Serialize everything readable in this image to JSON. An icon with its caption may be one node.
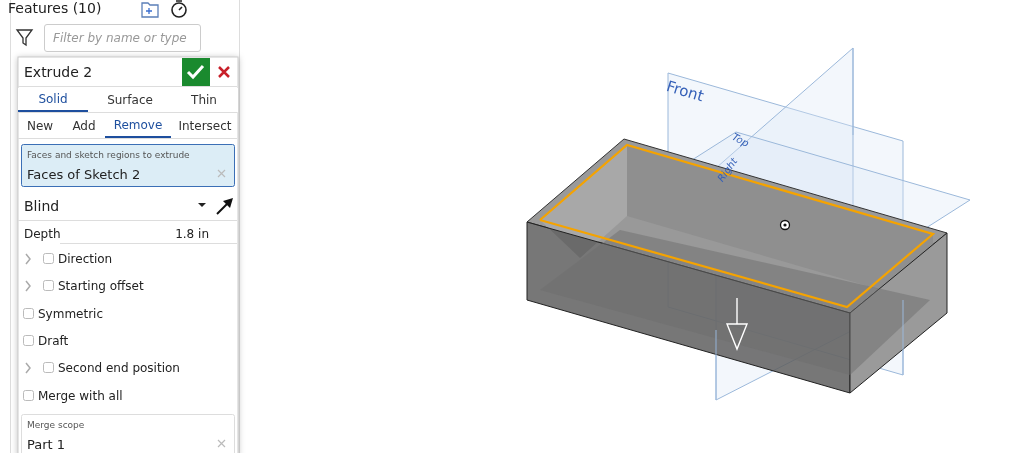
{
  "diagram": {
    "labels": [
      "Features (10)",
      "Filter by name or type",
      "Extrude 2",
      "Solid",
      "Surface",
      "Thin",
      "New",
      "Add",
      "Remove",
      "Intersect",
      "Faces and sketch regions to extrude",
      "Faces of Sketch 2",
      "Blind",
      "Depth",
      "1.8 in",
      "Direction",
      "Starting offset",
      "Symmetric",
      "Draft",
      "Second end position",
      "Merge with all",
      "Merge scope",
      "Part 1",
      "Front",
      "Top",
      "Right"
    ]
  }
}
